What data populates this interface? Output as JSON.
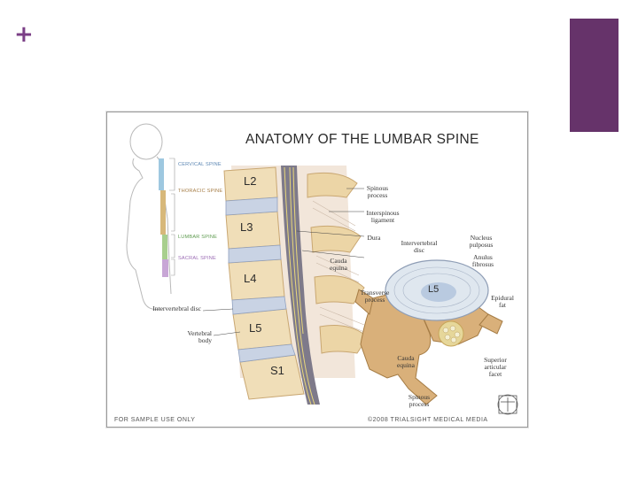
{
  "slide": {
    "plus_symbol": "+",
    "accent_color": "#66336a"
  },
  "figure": {
    "title": "ANATOMY OF THE LUMBAR SPINE",
    "region_labels": {
      "cervical": "CERVICAL SPINE",
      "thoracic": "THORACIC SPINE",
      "lumbar": "LUMBAR SPINE",
      "sacral": "SACRAL SPINE"
    },
    "vertebrae": [
      "L2",
      "L3",
      "L4",
      "L5",
      "S1"
    ],
    "side_labels": {
      "spinous_process": "Spinous process",
      "interspinous_ligament": "Interspinous ligament",
      "dura": "Dura",
      "cauda_equina": "Cauda equina",
      "intervertebral_disc": "Intervertebral disc",
      "vertebral_body": "Vertebral body"
    },
    "cross_section": {
      "vertebra_label": "L5",
      "labels": {
        "intervertebral_disc": "Intervertebral disc",
        "nucleus_pulposus": "Nucleus pulposus",
        "anulus_fibrosus": "Anulus fibrosus",
        "transverse_process": "Transverse process",
        "epidural_fat": "Epidural fat",
        "cauda_equina": "Cauda equina",
        "superior_articular_facet": "Superior articular facet",
        "spinous_process": "Spinous process"
      }
    },
    "footer_left": "FOR SAMPLE USE ONLY",
    "footer_right": "©2008 TRIALSIGHT MEDICAL MEDIA"
  }
}
